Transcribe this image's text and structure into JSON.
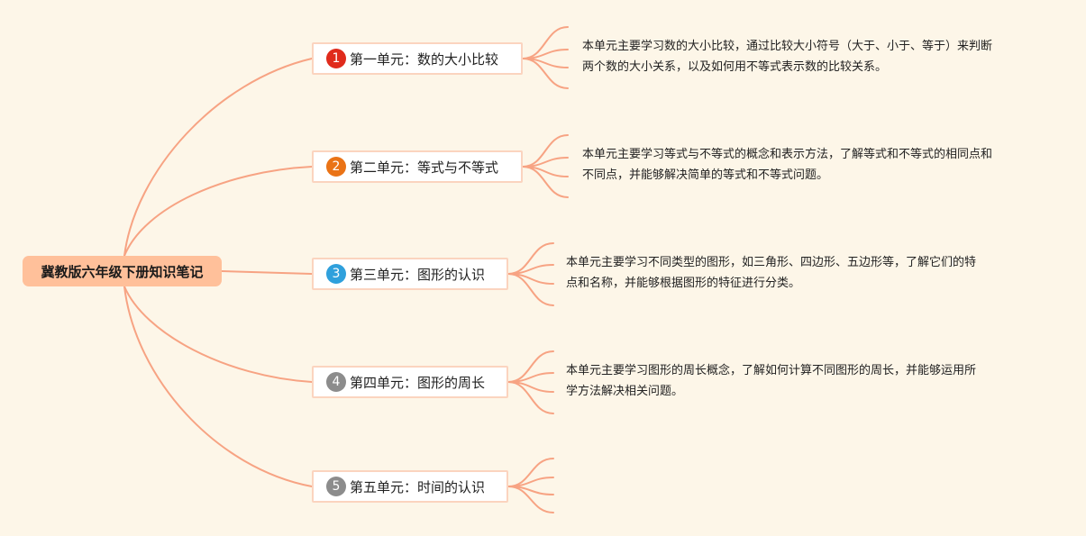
{
  "root": {
    "title": "冀教版六年级下册知识笔记"
  },
  "units": [
    {
      "number": "1",
      "title": "第一单元：数的大小比较",
      "badge_color": "#e02b1c",
      "description_lines": [
        "本单元主要学习数的大小比较，通过比较大小符号（大于、小于、等于）来判断",
        "两个数的大小关系，以及如何用不等式表示数的比较关系。"
      ]
    },
    {
      "number": "2",
      "title": "第二单元：等式与不等式",
      "badge_color": "#ea7316",
      "description_lines": [
        "本单元主要学习等式与不等式的概念和表示方法，了解等式和不等式的相同点和",
        "不同点，并能够解决简单的等式和不等式问题。"
      ]
    },
    {
      "number": "3",
      "title": "第三单元：图形的认识",
      "badge_color": "#2fa0dc",
      "description_lines": [
        "本单元主要学习不同类型的图形，如三角形、四边形、五边形等，了解它们的特",
        "点和名称，并能够根据图形的特征进行分类。"
      ]
    },
    {
      "number": "4",
      "title": "第四单元：图形的周长",
      "badge_color": "#8c8c8c",
      "description_lines": [
        "本单元主要学习图形的周长概念，了解如何计算不同图形的周长，并能够运用所",
        "学方法解决相关问题。"
      ]
    },
    {
      "number": "5",
      "title": "第五单元：时间的认识",
      "badge_color": "#8c8c8c",
      "description_lines": []
    }
  ],
  "colors": {
    "background": "#fdf6e8",
    "connector": "#f7a383",
    "root_fill": "#ffc09a",
    "node_border": "#fbd4bf"
  }
}
